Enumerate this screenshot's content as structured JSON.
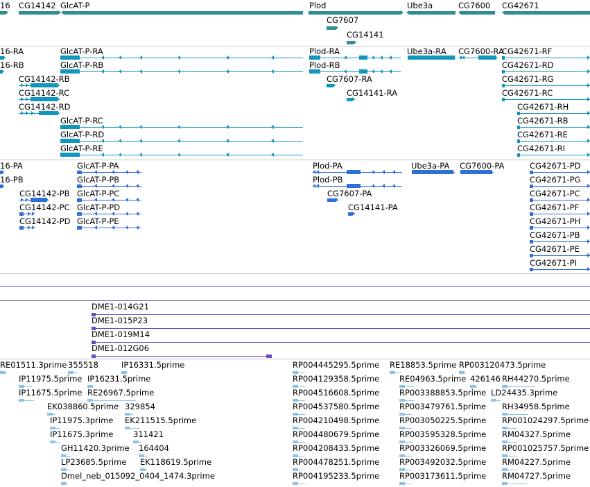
{
  "colors": {
    "gene": "#2f8e93",
    "transcript": "#1196bd",
    "protein": "#2f6fd6",
    "clone": "#6a4bbf",
    "est": "#8fc3e6",
    "separator": "#c8c8c8"
  },
  "tracks": {
    "genes": {
      "labels": [
        "16",
        "CG14142",
        "GlcAT-P",
        "Plod",
        "CG7607",
        "CG14141",
        "Ube3a",
        "CG7600",
        "CG42671"
      ]
    },
    "transcripts": {
      "labels": [
        "16-RA",
        "16-RB",
        "CG14142-RB",
        "CG14142-RC",
        "CG14142-RD",
        "GlcAT-P-RA",
        "GlcAT-P-RB",
        "GlcAT-P-RC",
        "GlcAT-P-RD",
        "GlcAT-P-RE",
        "Plod-RA",
        "Plod-RB",
        "CG7607-RA",
        "CG14141-RA",
        "Ube3a-RA",
        "CG7600-RA",
        "CG42671-RF",
        "CG42671-RD",
        "CG42671-RG",
        "CG42671-RC",
        "CG42671-RH",
        "CG42671-RB",
        "CG42671-RE",
        "CG42671-RI"
      ]
    },
    "proteins": {
      "labels": [
        "16-PA",
        "16-PB",
        "CG14142-PB",
        "CG14142-PC",
        "CG14142-PD",
        "GlcAT-P-PA",
        "GlcAT-P-PB",
        "GlcAT-P-PC",
        "GlcAT-P-PD",
        "GlcAT-P-PE",
        "Plod-PA",
        "Plod-PB",
        "CG7607-PA",
        "CG14141-PA",
        "Ube3a-PA",
        "CG7600-PA",
        "CG42671-PD",
        "CG42671-PG",
        "CG42671-PC",
        "CG42671-PF",
        "CG42671-PH",
        "CG42671-PB",
        "CG42671-PE",
        "CG42671-PI"
      ]
    },
    "clones": {
      "labels": [
        "DME1-014G21",
        "DME1-015P23",
        "DME1-019M14",
        "DME1-012G06"
      ]
    },
    "ests": {
      "labels": [
        "RE01511.3prime",
        "355518",
        "IP16331.5prime",
        "IP11975.5prime",
        "IP16231.5prime",
        "IP11675.5prime",
        "RE26967.5prime",
        "EK038860.5prime",
        "329854",
        "IP11975.3prime",
        "EK211515.5prime",
        "IP11675.3prime",
        "311421",
        "GH11420.3prime",
        "164404",
        "LP23685.5prime",
        "EK118619.5prime",
        "Dmel_neb_015092_0404_1474.3prime",
        "RP004445295.5prime",
        "RP004129358.5prime",
        "RP004516608.5prime",
        "RP004537580.5prime",
        "RP004210498.5prime",
        "RP004480679.5prime",
        "RP004208433.5prime",
        "RP004478251.5prime",
        "RP004195233.5prime",
        "RE18853.5prime",
        "RP003120473.5prime",
        "RE04963.5prime",
        "426146",
        "RH44270.5prime",
        "RP003388853.5prime",
        "LD24435.3prime",
        "RP003479761.5prime",
        "RH34958.5prime",
        "RP003050225.5prime",
        "RP001024297.5prime",
        "RP003595328.5prime",
        "RM04327.5prime",
        "RP003326069.5prime",
        "RP001025757.5prime",
        "RP003492032.5prime",
        "RM04227.5prime",
        "RP003173611.5prime",
        "RM04727.5prime"
      ]
    }
  }
}
